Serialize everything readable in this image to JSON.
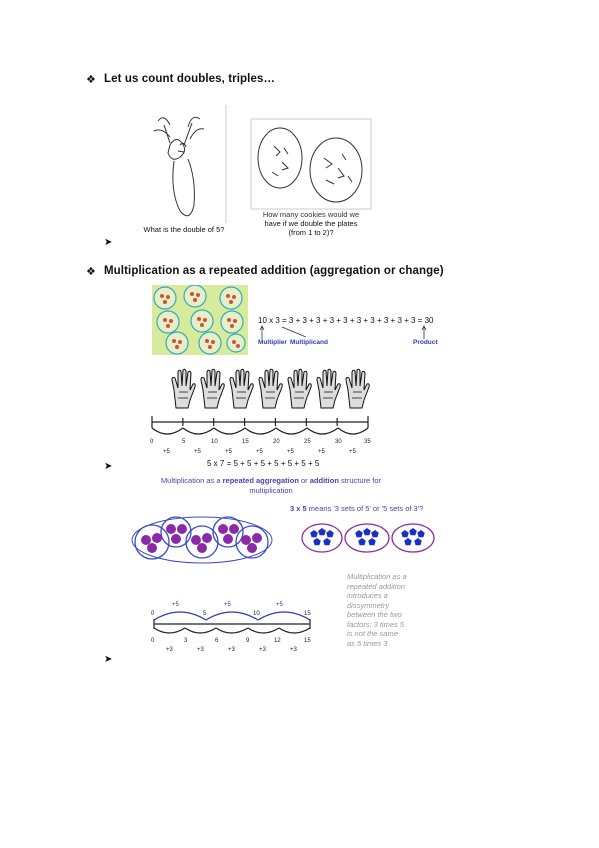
{
  "section1": {
    "bullet": "❖",
    "heading": "Let us count doubles, triples…",
    "caption_left": "What is the double of 5?",
    "caption_right_lines": [
      "How many cookies would we",
      "have if we double the plates",
      "(from 1 to 2)?"
    ],
    "arrow": "➤"
  },
  "section2": {
    "bullet": "❖",
    "heading": "Multiplication as a repeated addition (aggregation or change)",
    "equation": "10 x 3 = 3 + 3 + 3 + 3 + 3 + 3 + 3 + 3 + 3 + 3 = 30",
    "label_multiplier": "Multiplier",
    "label_multiplicand": "Multiplicand",
    "label_product": "Product",
    "numberline1_ticks": [
      "0",
      "5",
      "10",
      "15",
      "20",
      "25",
      "30",
      "35"
    ],
    "numberline1_steps": [
      "+5",
      "+5",
      "+5",
      "+5",
      "+5",
      "+5",
      "+5"
    ],
    "equation2": "5 x 7 = 5 + 5 + 5 + 5 + 5 + 5 + 5",
    "arrow1": "➤",
    "caption_pre": "Multiplication as a ",
    "caption_b1": "repeated aggregation",
    "caption_mid": " or ",
    "caption_b2": "addition",
    "caption_post": " structure for",
    "caption_line2": "multiplication",
    "sets_bold": "3 x 5",
    "sets_rest": " means '3 sets of 5' or '5 sets of 3'?",
    "top_ticks": [
      "0",
      "5",
      "10",
      "15"
    ],
    "top_steps": [
      "+5",
      "+5",
      "+5"
    ],
    "bottom_ticks": [
      "0",
      "3",
      "6",
      "9",
      "12",
      "15"
    ],
    "bottom_steps": [
      "+3",
      "+3",
      "+3",
      "+3",
      "+3"
    ],
    "note_lines": [
      "Multiplication as a",
      "repeated addition",
      "introduces a",
      "dissymmetry",
      "between the two",
      "factors: 3 times 5",
      "is not the same",
      "as 5 times 3"
    ],
    "arrow2": "➤"
  }
}
